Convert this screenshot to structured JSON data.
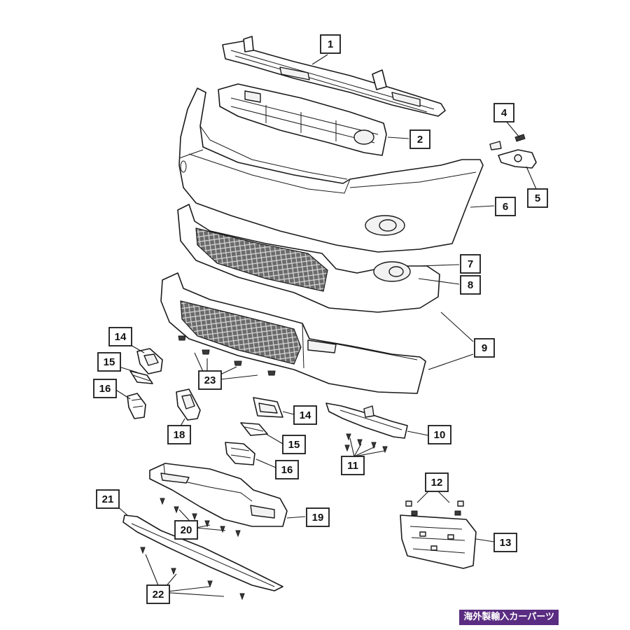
{
  "diagram": {
    "callouts": [
      {
        "id": "c1",
        "label": "1"
      },
      {
        "id": "c2",
        "label": "2"
      },
      {
        "id": "c4",
        "label": "4"
      },
      {
        "id": "c5",
        "label": "5"
      },
      {
        "id": "c6",
        "label": "6"
      },
      {
        "id": "c7",
        "label": "7"
      },
      {
        "id": "c8",
        "label": "8"
      },
      {
        "id": "c9",
        "label": "9"
      },
      {
        "id": "c10",
        "label": "10"
      },
      {
        "id": "c11",
        "label": "11"
      },
      {
        "id": "c12",
        "label": "12"
      },
      {
        "id": "c13",
        "label": "13"
      },
      {
        "id": "c14a",
        "label": "14"
      },
      {
        "id": "c14b",
        "label": "14"
      },
      {
        "id": "c15a",
        "label": "15"
      },
      {
        "id": "c15b",
        "label": "15"
      },
      {
        "id": "c16a",
        "label": "16"
      },
      {
        "id": "c16b",
        "label": "16"
      },
      {
        "id": "c18",
        "label": "18"
      },
      {
        "id": "c19",
        "label": "19"
      },
      {
        "id": "c20",
        "label": "20"
      },
      {
        "id": "c21",
        "label": "21"
      },
      {
        "id": "c22",
        "label": "22"
      },
      {
        "id": "c23",
        "label": "23"
      }
    ]
  },
  "banner": {
    "text": "海外製輸入カーパーツ",
    "background": "#5a2d82"
  }
}
